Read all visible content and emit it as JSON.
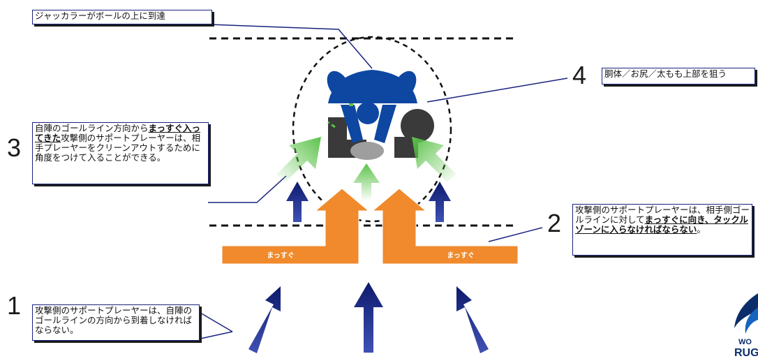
{
  "callouts": {
    "c0": "ジャッカラーがボールの上に到達",
    "c4": "胴体／お尻／太もも上部を狙う",
    "c3_a": "自陣のゴールライン方向から",
    "c3_b": "まっすぐ入ってきた",
    "c3_c": "攻撃側のサポートプレーヤーは、相手プレーヤーをクリーンアウトするために角度をつけて入ることができる。",
    "c2_a": "攻撃側のサポートプレーヤーは、相手側ゴールラインに対して",
    "c2_b": "まっすぐに向き、タックルゾーンに入らなければならない",
    "c2_c": "。",
    "c1": "攻撃側のサポートプレーヤーは、自陣のゴールラインの方向から到着しなければならない。"
  },
  "numbers": {
    "n1": "1",
    "n2": "2",
    "n3": "3",
    "n4": "4"
  },
  "arrow_labels": {
    "left": "まっすぐ",
    "right": "まっすぐ"
  },
  "logo": {
    "line1": "WO",
    "line2": "RUG"
  },
  "colors": {
    "navy": "#1a237e",
    "blue_player": "#0d47a1",
    "orange": "#f08a2c",
    "green": "#5cc24a",
    "dark_grey": "#3a3a3a",
    "light_grey": "#9e9e9e"
  }
}
